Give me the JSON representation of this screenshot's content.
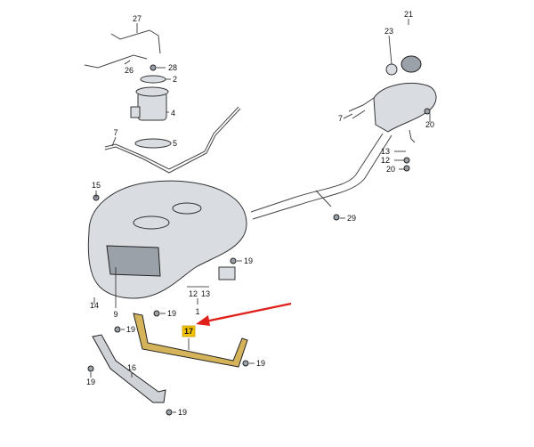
{
  "callouts": [
    {
      "id": "c27",
      "text": "27"
    },
    {
      "id": "c28",
      "text": "28"
    },
    {
      "id": "c2",
      "text": "2"
    },
    {
      "id": "c26",
      "text": "26"
    },
    {
      "id": "c4",
      "text": "4"
    },
    {
      "id": "c5",
      "text": "5"
    },
    {
      "id": "c7a",
      "text": "7"
    },
    {
      "id": "c21",
      "text": "21"
    },
    {
      "id": "c23",
      "text": "23"
    },
    {
      "id": "c7b",
      "text": "7"
    },
    {
      "id": "c20a",
      "text": "20"
    },
    {
      "id": "c13a",
      "text": "13"
    },
    {
      "id": "c12a",
      "text": "12"
    },
    {
      "id": "c20b",
      "text": "20"
    },
    {
      "id": "c15",
      "text": "15"
    },
    {
      "id": "c29",
      "text": "29"
    },
    {
      "id": "c19a",
      "text": "19"
    },
    {
      "id": "c12b",
      "text": "12"
    },
    {
      "id": "c13b",
      "text": "13"
    },
    {
      "id": "c1",
      "text": "1"
    },
    {
      "id": "c14",
      "text": "14"
    },
    {
      "id": "c9",
      "text": "9"
    },
    {
      "id": "c19b",
      "text": "19"
    },
    {
      "id": "c19c",
      "text": "19"
    },
    {
      "id": "c19d",
      "text": "19"
    },
    {
      "id": "c16",
      "text": "16"
    },
    {
      "id": "c19e",
      "text": "19"
    },
    {
      "id": "c19f",
      "text": "19"
    }
  ],
  "highlight": {
    "text": "17",
    "box_color": "#f2c200",
    "arrow_color": "#e0201a"
  },
  "colors": {
    "strap_fill": "#d4b35a",
    "tank_fill": "#d3d7dc",
    "line": "#222222"
  }
}
